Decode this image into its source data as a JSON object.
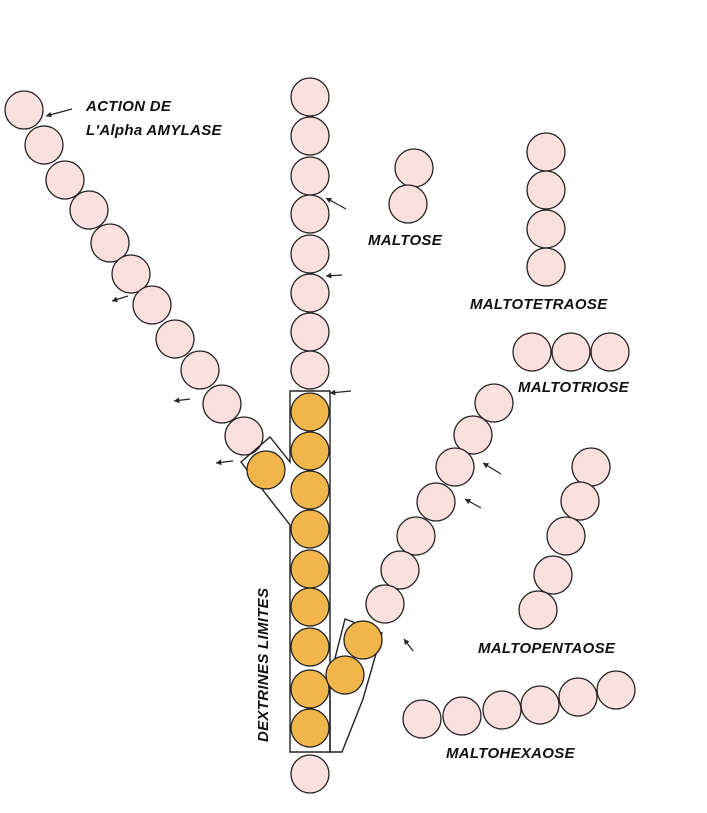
{
  "colors": {
    "glucose_fill": "#fbe0dd",
    "limit_fill": "#f0b54b",
    "stroke": "#222222",
    "text": "#111111"
  },
  "labels": {
    "action_line1": "ACTION DE",
    "action_line2": "L'Alpha AMYLASE",
    "maltose": "MALTOSE",
    "maltotetraose": "MALTOTETRAOSE",
    "maltotriose": "MALTOTRIOSE",
    "maltopentaose": "MALTOPENTAOSE",
    "maltohexaose": "MALTOHEXAOSE",
    "dextrines": "DEXTRINES LIMITES"
  }
}
